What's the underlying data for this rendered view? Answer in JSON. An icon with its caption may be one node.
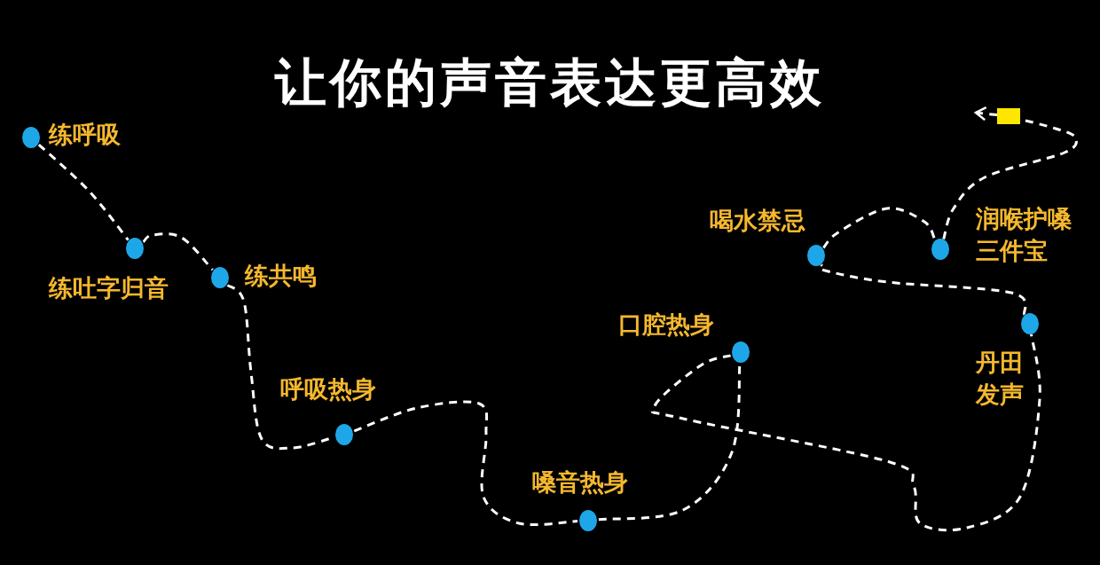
{
  "diagram": {
    "title": "让你的声音表达更高效",
    "nodes": [
      {
        "text": [],
        "shape": "circle",
        "beside": [
          "练呼吸"
        ]
      },
      {
        "text": [],
        "shape": "circle",
        "beside": [
          "练吐字归音"
        ]
      },
      {
        "text": [],
        "shape": "circle",
        "beside": [
          "练共鸣"
        ]
      },
      {
        "text": [],
        "shape": "circle",
        "beside": [
          "呼吸热身"
        ]
      },
      {
        "text": [],
        "shape": "circle",
        "beside": [
          "嗓音热身"
        ]
      },
      {
        "text": [],
        "shape": "circle",
        "beside": [
          "口腔热身"
        ]
      },
      {
        "text": [],
        "shape": "circle",
        "beside": [
          "丹田发声"
        ]
      },
      {
        "text": [],
        "shape": "circle",
        "beside": [
          "润喉护嗓三件宝"
        ]
      },
      {
        "text": [],
        "shape": "circle",
        "beside": [
          "喝水禁忌"
        ]
      },
      {
        "text": [],
        "shape": "box"
      }
    ],
    "edges": [
      {
        "from": 0,
        "to": 1,
        "arrow": "none"
      },
      {
        "from": 1,
        "to": 2,
        "arrow": "none"
      },
      {
        "from": 2,
        "to": 3,
        "arrow": "none"
      },
      {
        "from": 3,
        "to": 4,
        "arrow": "none"
      },
      {
        "from": 4,
        "to": 5,
        "arrow": "none"
      },
      {
        "from": 5,
        "to": 6,
        "arrow": "none"
      },
      {
        "from": 6,
        "to": 8,
        "arrow": "none"
      },
      {
        "from": 8,
        "to": 7,
        "arrow": "none"
      },
      {
        "from": 7,
        "to": 9,
        "arrow": "none"
      },
      {
        "from": 9,
        "to": null,
        "arrow": "to"
      }
    ]
  }
}
